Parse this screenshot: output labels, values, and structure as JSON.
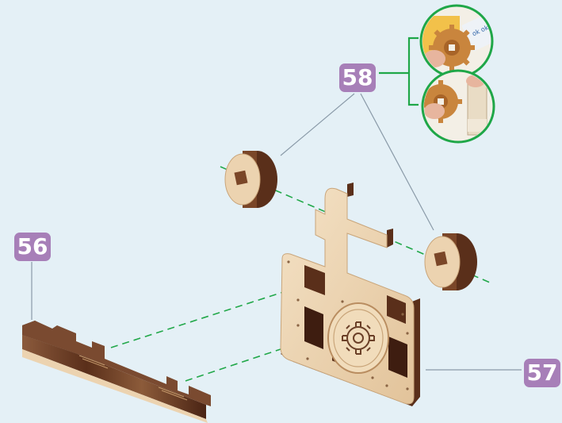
{
  "labels": {
    "part_56": "56",
    "part_57": "57",
    "part_58": "58"
  },
  "colors": {
    "background": "#e4f0f6",
    "badge": "#a77fb8",
    "assembly_line": "#22a84a",
    "inset_border": "#1fa748",
    "wood_light": "#ecd3b0",
    "wood_dark": "#6a3a22"
  },
  "inset": {
    "top_panel_text": "ok ok"
  }
}
